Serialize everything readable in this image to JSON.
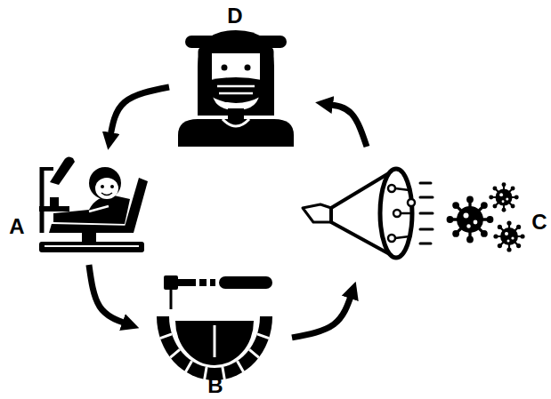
{
  "diagram": {
    "nodes": [
      {
        "text": [
          "D"
        ]
      },
      {
        "text": [
          "A"
        ]
      },
      {
        "text": [
          "C"
        ]
      },
      {
        "text": [
          "B"
        ]
      }
    ],
    "edges": [
      {
        "from": 1,
        "to": 3,
        "arrow": "to"
      },
      {
        "from": 3,
        "to": 2,
        "arrow": "to"
      },
      {
        "from": 2,
        "to": 0,
        "arrow": "to"
      },
      {
        "from": 0,
        "to": 1,
        "arrow": "to"
      }
    ]
  }
}
